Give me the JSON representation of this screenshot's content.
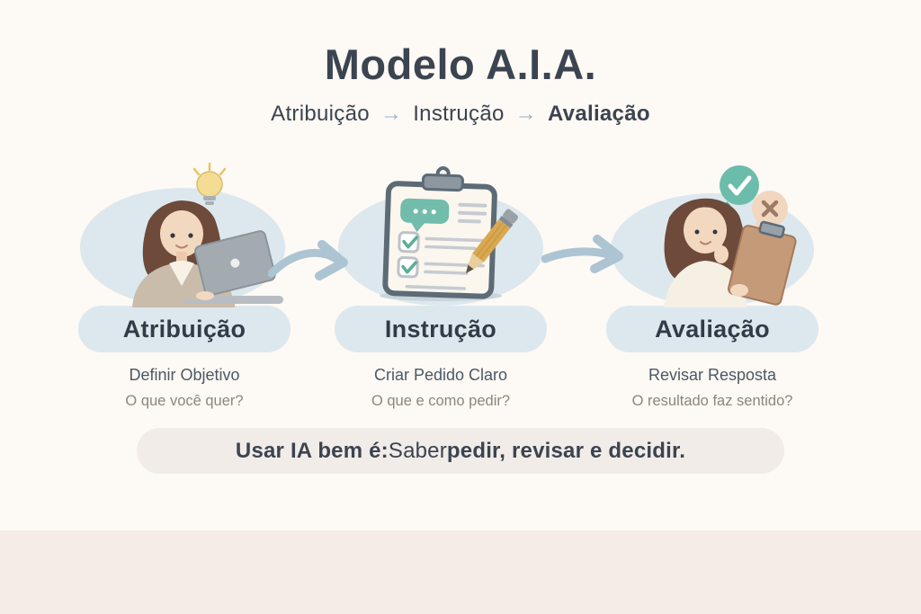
{
  "title": "Modelo A.I.A.",
  "subtitle": {
    "step1": "Atribuição",
    "step2": "Instrução",
    "step3": "Avaliação",
    "arrow": "→"
  },
  "steps": [
    {
      "label": "Atribuição",
      "line1": "Definir Objetivo",
      "line2": "O que você quer?",
      "icon": "woman-at-laptop-with-lightbulb"
    },
    {
      "label": "Instrução",
      "line1": "Criar Pedido Claro",
      "line2": "O que e como pedir?",
      "icon": "clipboard-checklist-with-pencil"
    },
    {
      "label": "Avaliação",
      "line1": "Revisar Resposta",
      "line2": "O resultado faz sentido?",
      "icon": "woman-thinking-with-clipboard"
    }
  ],
  "banner": {
    "bold1": "Usar IA bem é:",
    "regular": " Saber ",
    "bold2": "pedir, revisar e decidir."
  },
  "colors": {
    "background": "#fdf9f4",
    "bottom_band": "#f5ece7",
    "cloud": "#dce8ee",
    "flow_arrow": "#adc4d2",
    "text_dark": "#3b4450",
    "text_sub": "#4c5864",
    "text_muted": "#8d8679",
    "banner_bg": "#f1ece8",
    "green_accent": "#6cbcab",
    "peach_accent": "#f2d7c0"
  }
}
